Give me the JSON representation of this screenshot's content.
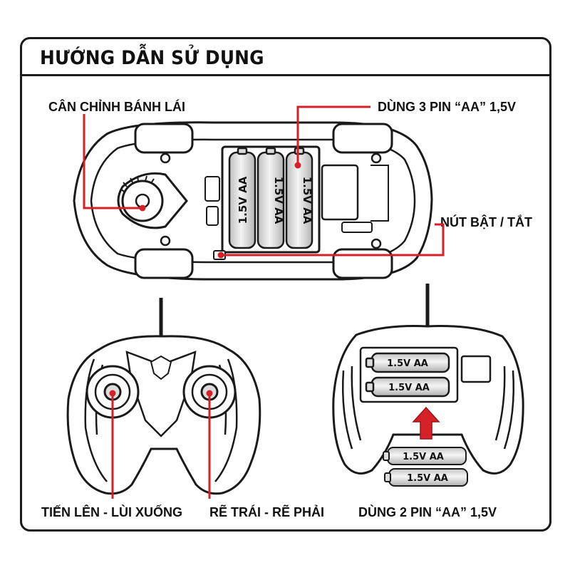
{
  "title": "HƯỚNG DẪN SỬ DỤNG",
  "labels": {
    "steering": "CÂN CHỈNH BÁNH LÁI",
    "car_battery": "DÙNG 3 PIN “AA” 1,5V",
    "power_switch": "NÚT BẬT / TẮT",
    "forward_back": "TIẾN LÊN - LÙI XUỐNG",
    "left_right": "RẼ TRÁI - RẼ PHẢI",
    "remote_battery": "DÙNG 2 PIN “AA” 1,5V"
  },
  "battery_text": "1.5V AA",
  "colors": {
    "accent": "#d42027",
    "outline": "#1a1a1a",
    "fill_gray": "#cfcfcf"
  }
}
